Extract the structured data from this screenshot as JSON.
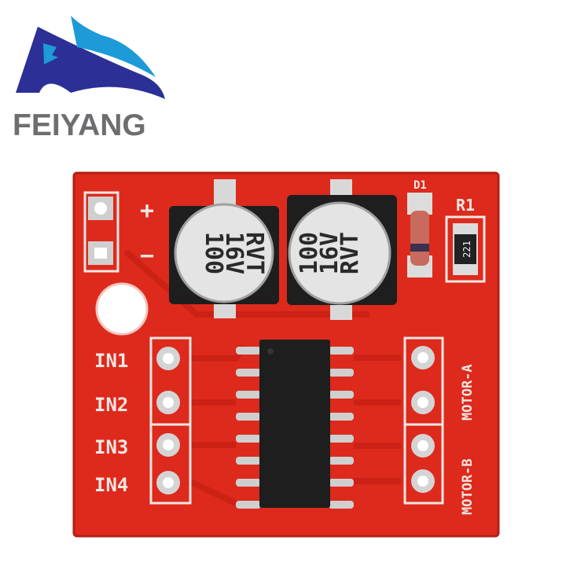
{
  "logo": {
    "brand": "FEIYANG",
    "colors": {
      "dark_blue": "#2c2f95",
      "light_blue": "#1d9ad8",
      "text_gray": "#6d6e70"
    }
  },
  "board": {
    "color": "#dd2a1c",
    "power_labels": {
      "plus": "+",
      "minus": "−"
    },
    "capacitors": [
      {
        "lines": [
          "100",
          "16V",
          "RVT"
        ]
      },
      {
        "lines": [
          "100",
          "16V",
          "RVT"
        ]
      }
    ],
    "diode_label": "D1",
    "resistor_label": "R1",
    "resistor_code": "221",
    "input_labels": [
      "IN1",
      "IN2",
      "IN3",
      "IN4"
    ],
    "motor_labels": {
      "a": "MOTOR-A",
      "b": "MOTOR-B"
    }
  }
}
